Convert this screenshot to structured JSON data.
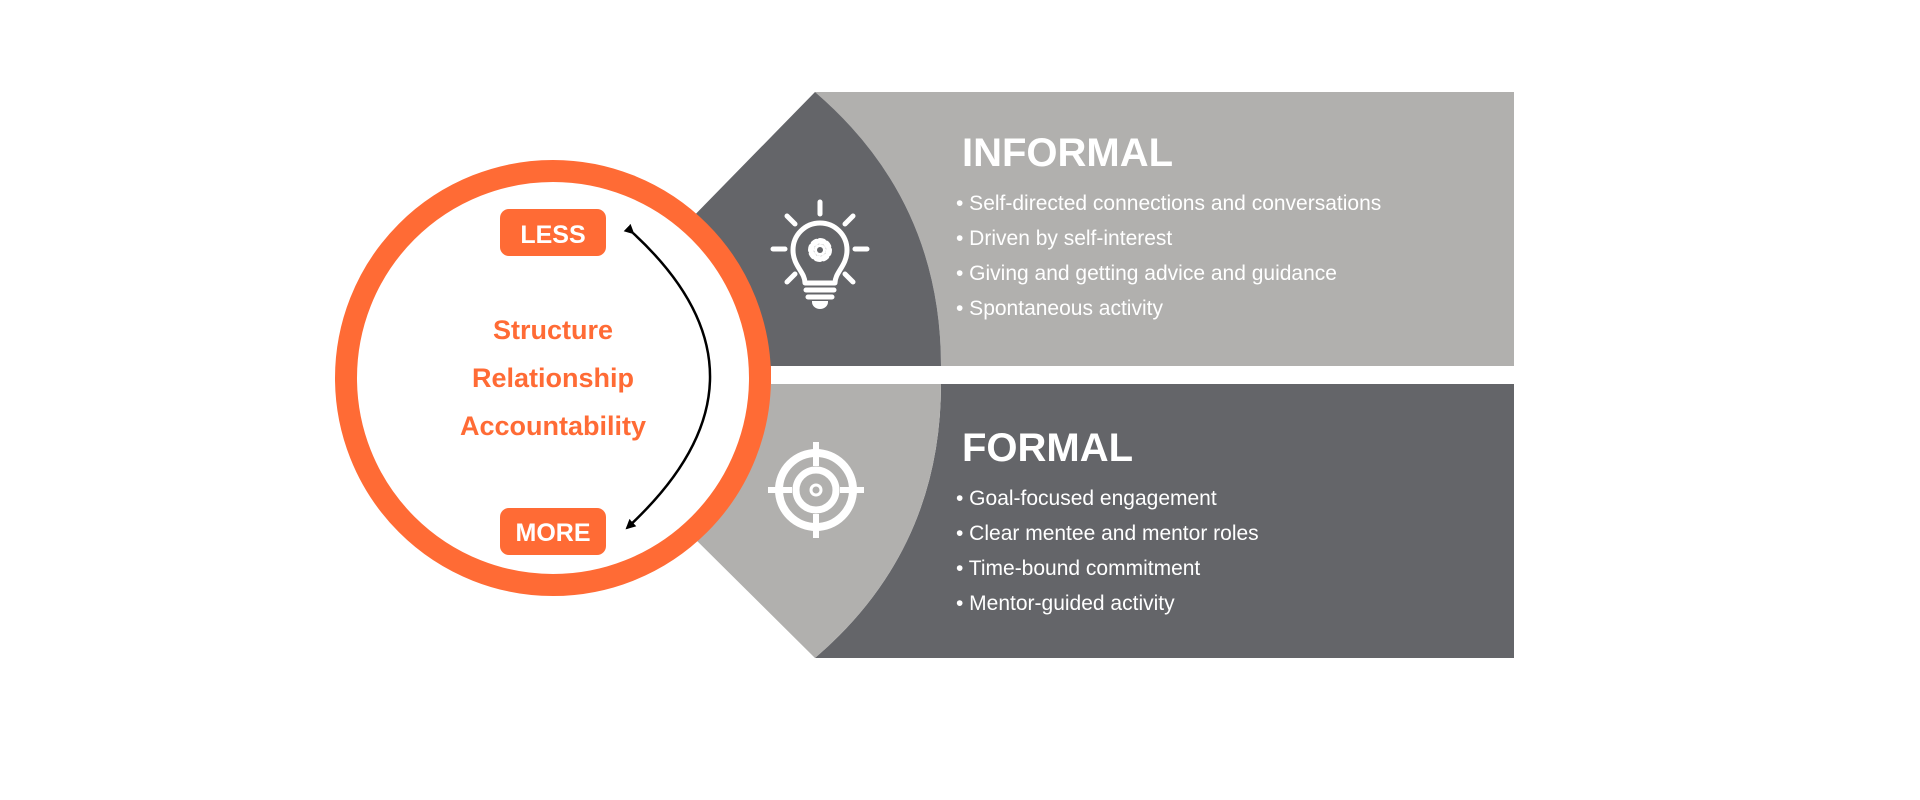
{
  "colors": {
    "accent": "#FF6B35",
    "dark_gray": "#646569",
    "light_gray": "#B1B0AE",
    "white": "#FFFFFF",
    "arrow": "#000000"
  },
  "cycle": {
    "top_badge": "LESS",
    "bottom_badge": "MORE",
    "terms": [
      "Structure",
      "Relationship",
      "Accountability"
    ]
  },
  "informal": {
    "title": "INFORMAL",
    "icon": "lightbulb-gear-icon",
    "bullets": [
      "• Self-directed connections and conversations",
      "• Driven by self-interest",
      "• Giving and getting advice and guidance",
      "• Spontaneous activity"
    ]
  },
  "formal": {
    "title": "FORMAL",
    "icon": "target-crosshair-icon",
    "bullets": [
      "• Goal-focused engagement",
      "• Clear mentee and mentor roles",
      "• Time-bound commitment",
      "• Mentor-guided activity"
    ]
  }
}
